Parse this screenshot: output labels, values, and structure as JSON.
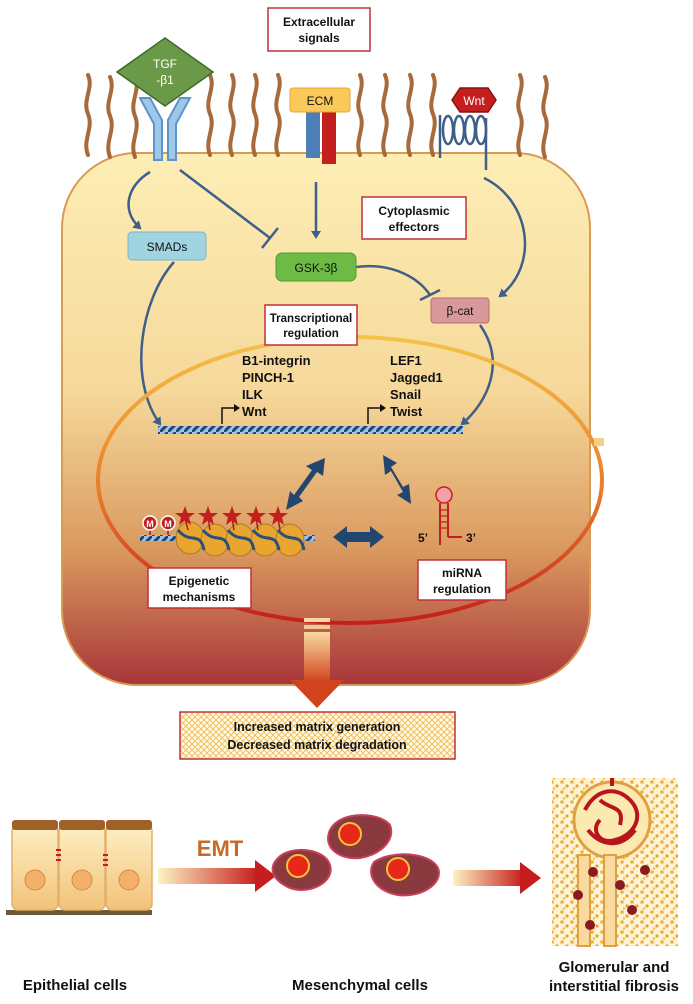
{
  "boxes": {
    "extracellular": [
      "Extracellular",
      "signals"
    ],
    "cytoplasmic": [
      "Cytoplasmic",
      "effectors"
    ],
    "transcriptional": [
      "Transcriptional",
      "regulation"
    ],
    "epigenetic": [
      "Epigenetic",
      "mechanisms"
    ],
    "mirna": [
      "miRNA",
      "regulation"
    ],
    "outcome": [
      "Increased matrix generation",
      "Decreased matrix degradation"
    ]
  },
  "signals": {
    "tgf": [
      "TGF",
      "-β1"
    ],
    "ecm": "ECM",
    "wnt": "Wnt"
  },
  "effectors": {
    "smads": "SMADs",
    "gsk": "GSK-3β",
    "bcat": "β-cat"
  },
  "genes": {
    "left": [
      "B1-integrin",
      "PINCH-1",
      "ILK",
      "Wnt"
    ],
    "right": [
      "LEF1",
      "Jagged1",
      "Snail",
      "Twist"
    ]
  },
  "mirna_ends": {
    "five": "5’",
    "three": "3’"
  },
  "methyl_mark": "M",
  "emt_label": "EMT",
  "cell_types": {
    "epithelial": "Epithelial cells",
    "mesenchymal": "Mesenchymal cells",
    "fibrosis": [
      "Glomerular and",
      "interstitial fibrosis"
    ]
  },
  "colors": {
    "cytoplasm_top": "#fce9a8",
    "cytoplasm_bottom": "#a8353a",
    "box_border": "#c0303a",
    "arrow_blue": "#3d5f8a",
    "tgf_green": "#5a8a3a",
    "gsk_green": "#6dbb45",
    "smads_blue": "#9fd4e0",
    "bcat_pink": "#d9999a",
    "emt_orange": "#c8692a"
  }
}
